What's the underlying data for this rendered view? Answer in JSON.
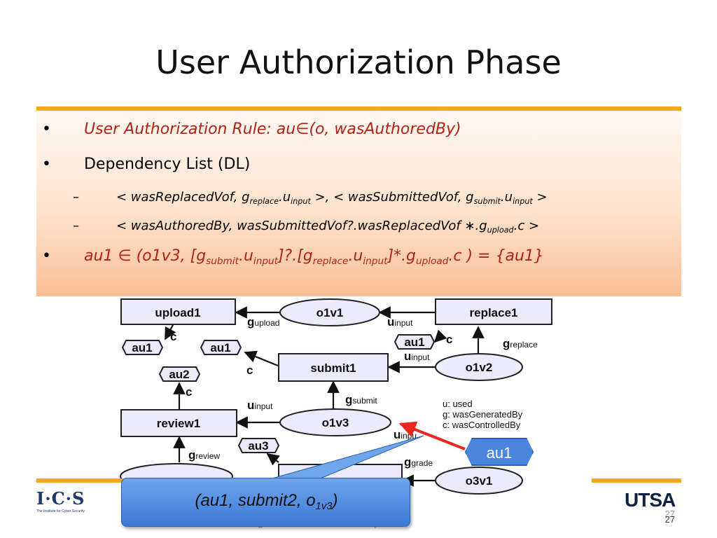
{
  "slide": {
    "title": "User Authorization Phase",
    "page_number": "27",
    "page_number_footer": "27",
    "tagline": "World-leading research with real-world impact!"
  },
  "bullets": {
    "rule_prefix": "User Authorization Rule: au",
    "rule_symbol": "∈",
    "rule_suffix": "(o, wasAuthoredBy)",
    "dl_label": "Dependency List (DL)",
    "dl_item1": {
      "p1": "< wasReplacedVof, g",
      "s1": "replace",
      "p2": ".u",
      "s2": "input",
      "p3": " >, < wasSubmittedVof, g",
      "s3": "submit",
      "p4": ".u",
      "s4": "input",
      "p5": " >"
    },
    "dl_item2": {
      "p1": "< wasAuthoredBy, wasSubmittedVof?.wasReplacedVof ∗.g",
      "s1": "upload",
      "p2": ".c >"
    },
    "query": {
      "p1": "au1 ∈ (o1v3, [g",
      "s1": "submit",
      "p2": ".u",
      "s2": "input",
      "p3": "]?.[g",
      "s3": "replace",
      "p4": ".u",
      "s4": "input",
      "p5": "]*.g",
      "s5": "upload",
      "p6": ".c ) = {au1}"
    },
    "bullet_char": "•",
    "dash_char": "–"
  },
  "diagram": {
    "nodes": {
      "upload1": "upload1",
      "o1v1": "o1v1",
      "replace1": "replace1",
      "submit1": "submit1",
      "o1v2": "o1v2",
      "review1": "review1",
      "o1v3": "o1v3",
      "o3v1": "o3v1",
      "au1_a": "au1",
      "au1_b": "au1",
      "au1_c": "au1",
      "au2": "au2",
      "au3": "au3"
    },
    "edges": {
      "g": "g",
      "u": "u",
      "c": "c",
      "upload": "upload",
      "input": "input",
      "replace": "replace",
      "submit": "submit",
      "review": "review",
      "grade": "grade",
      "partial_input": "inpu"
    },
    "legend": {
      "line1": "u: used",
      "line2": "g: wasGeneratedBy",
      "line3": "c: wasControlledBy"
    },
    "colors": {
      "node_fill": "#ebebfb",
      "node_stroke": "#222222",
      "arrow_red": "#e8281e"
    }
  },
  "callout": {
    "p1": "(au1, submit2, o",
    "s1": "1v3",
    "p2": ")",
    "tag": "au1"
  },
  "logos": {
    "ics": "I·C·S",
    "ics_tagline": "The Institute for Cyber Security",
    "utsa": "UTSA"
  }
}
